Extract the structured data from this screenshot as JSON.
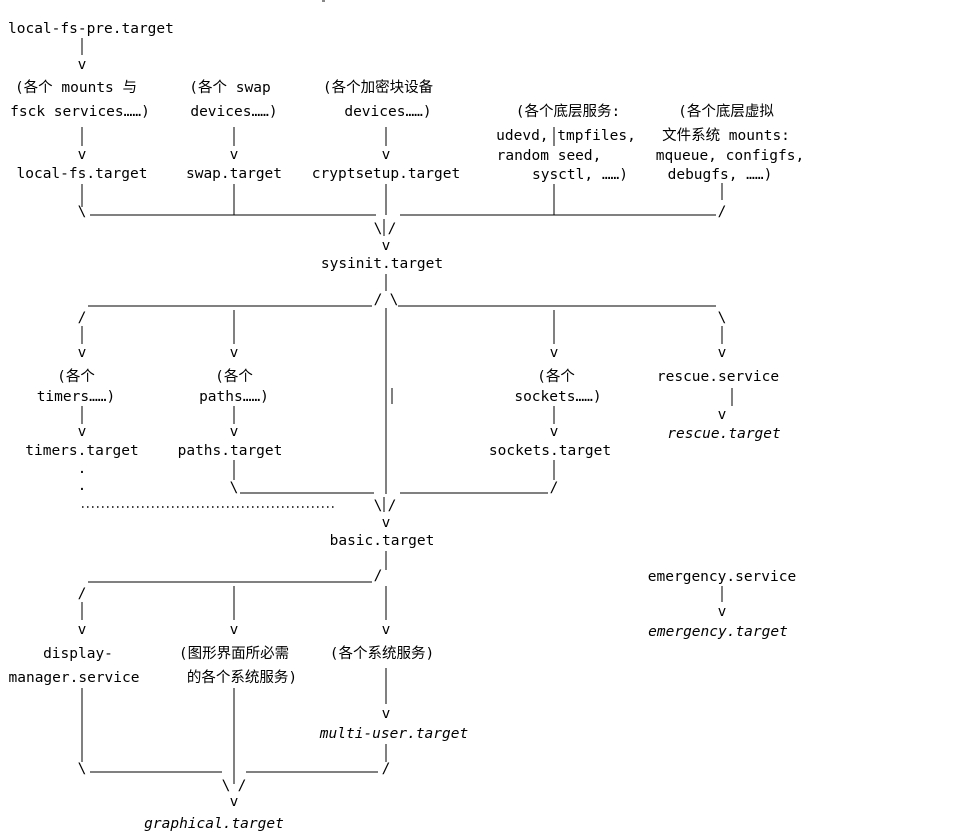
{
  "diagram": {
    "nodes": {
      "local_fs_pre_target": "local-fs-pre.target",
      "mounts_fsck_l1": "(各个 mounts 与",
      "mounts_fsck_l2": "fsck services……)",
      "swap_devices_l1": "(各个 swap",
      "swap_devices_l2": "devices……)",
      "crypt_devices_l1": "(各个加密块设备",
      "crypt_devices_l2": "devices……)",
      "low_services_l1": "(各个底层服务:",
      "low_services_l2": "udevd, tmpfiles,",
      "low_services_l3": "random seed,",
      "low_services_l4": "sysctl, ……)",
      "virtual_fs_l1": "(各个底层虚拟",
      "virtual_fs_l2": "文件系统 mounts:",
      "virtual_fs_l3": "mqueue, configfs,",
      "virtual_fs_l4": "debugfs, ……)",
      "local_fs_target": "local-fs.target",
      "swap_target": "swap.target",
      "cryptsetup_target": "cryptsetup.target",
      "sysinit_target": "sysinit.target",
      "timers_l1": "(各个",
      "timers_l2": "timers……)",
      "paths_l1": "(各个",
      "paths_l2": "paths……)",
      "sockets_l1": "(各个",
      "sockets_l2": "sockets……)",
      "rescue_service": "rescue.service",
      "rescue_target": "rescue.target",
      "timers_target": "timers.target",
      "paths_target": "paths.target",
      "sockets_target": "sockets.target",
      "basic_target": "basic.target",
      "emergency_service": "emergency.service",
      "emergency_target": "emergency.target",
      "display_manager_l1": "display-",
      "display_manager_l2": "manager.service",
      "gui_services_l1": "(图形界面所必需",
      "gui_services_l2": "的各个系统服务)",
      "system_services": "(各个系统服务)",
      "multi_user_target": "multi-user.target",
      "graphical_target": "graphical.target"
    },
    "arrow_glyph": "v",
    "slash_glyph": "/",
    "backslash_glyph": "\\"
  }
}
